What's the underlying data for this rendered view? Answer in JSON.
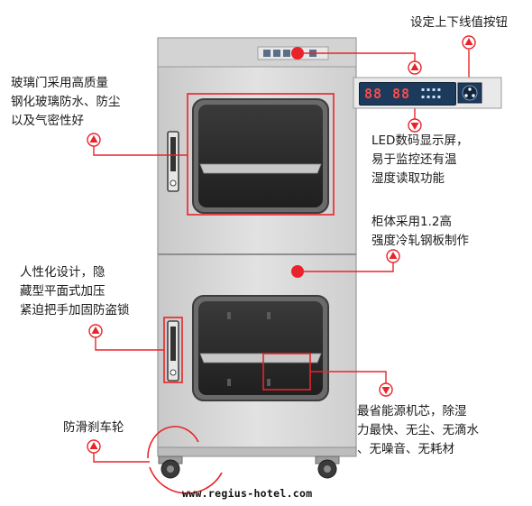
{
  "callouts": {
    "buttons": "设定上下线值按钮",
    "glass": [
      "玻璃门采用高质量",
      "钢化玻璃防水、防尘",
      "以及气密性好"
    ],
    "led": [
      "LED数码显示屏，",
      "易于监控还有温",
      "湿度读取功能"
    ],
    "body": [
      "柜体采用1.2高",
      "强度冷轧钢板制作"
    ],
    "handle": [
      "人性化设计，隐",
      "藏型平面式加压",
      "紧迫把手加固防盗锁"
    ],
    "core": [
      "最省能源机芯，除湿",
      "力最快、无尘、无滴水",
      "、无噪音、无耗材"
    ],
    "wheel": "防滑刹车轮"
  },
  "panel": {
    "humidity": "88",
    "temperature": "88"
  },
  "watermark": "www.regius-hotel.com",
  "colors": {
    "accent": "#e8242b",
    "cabinet": "#d9d9d9",
    "glass": "#2a2a2a",
    "panel": "#1c3a5c"
  }
}
